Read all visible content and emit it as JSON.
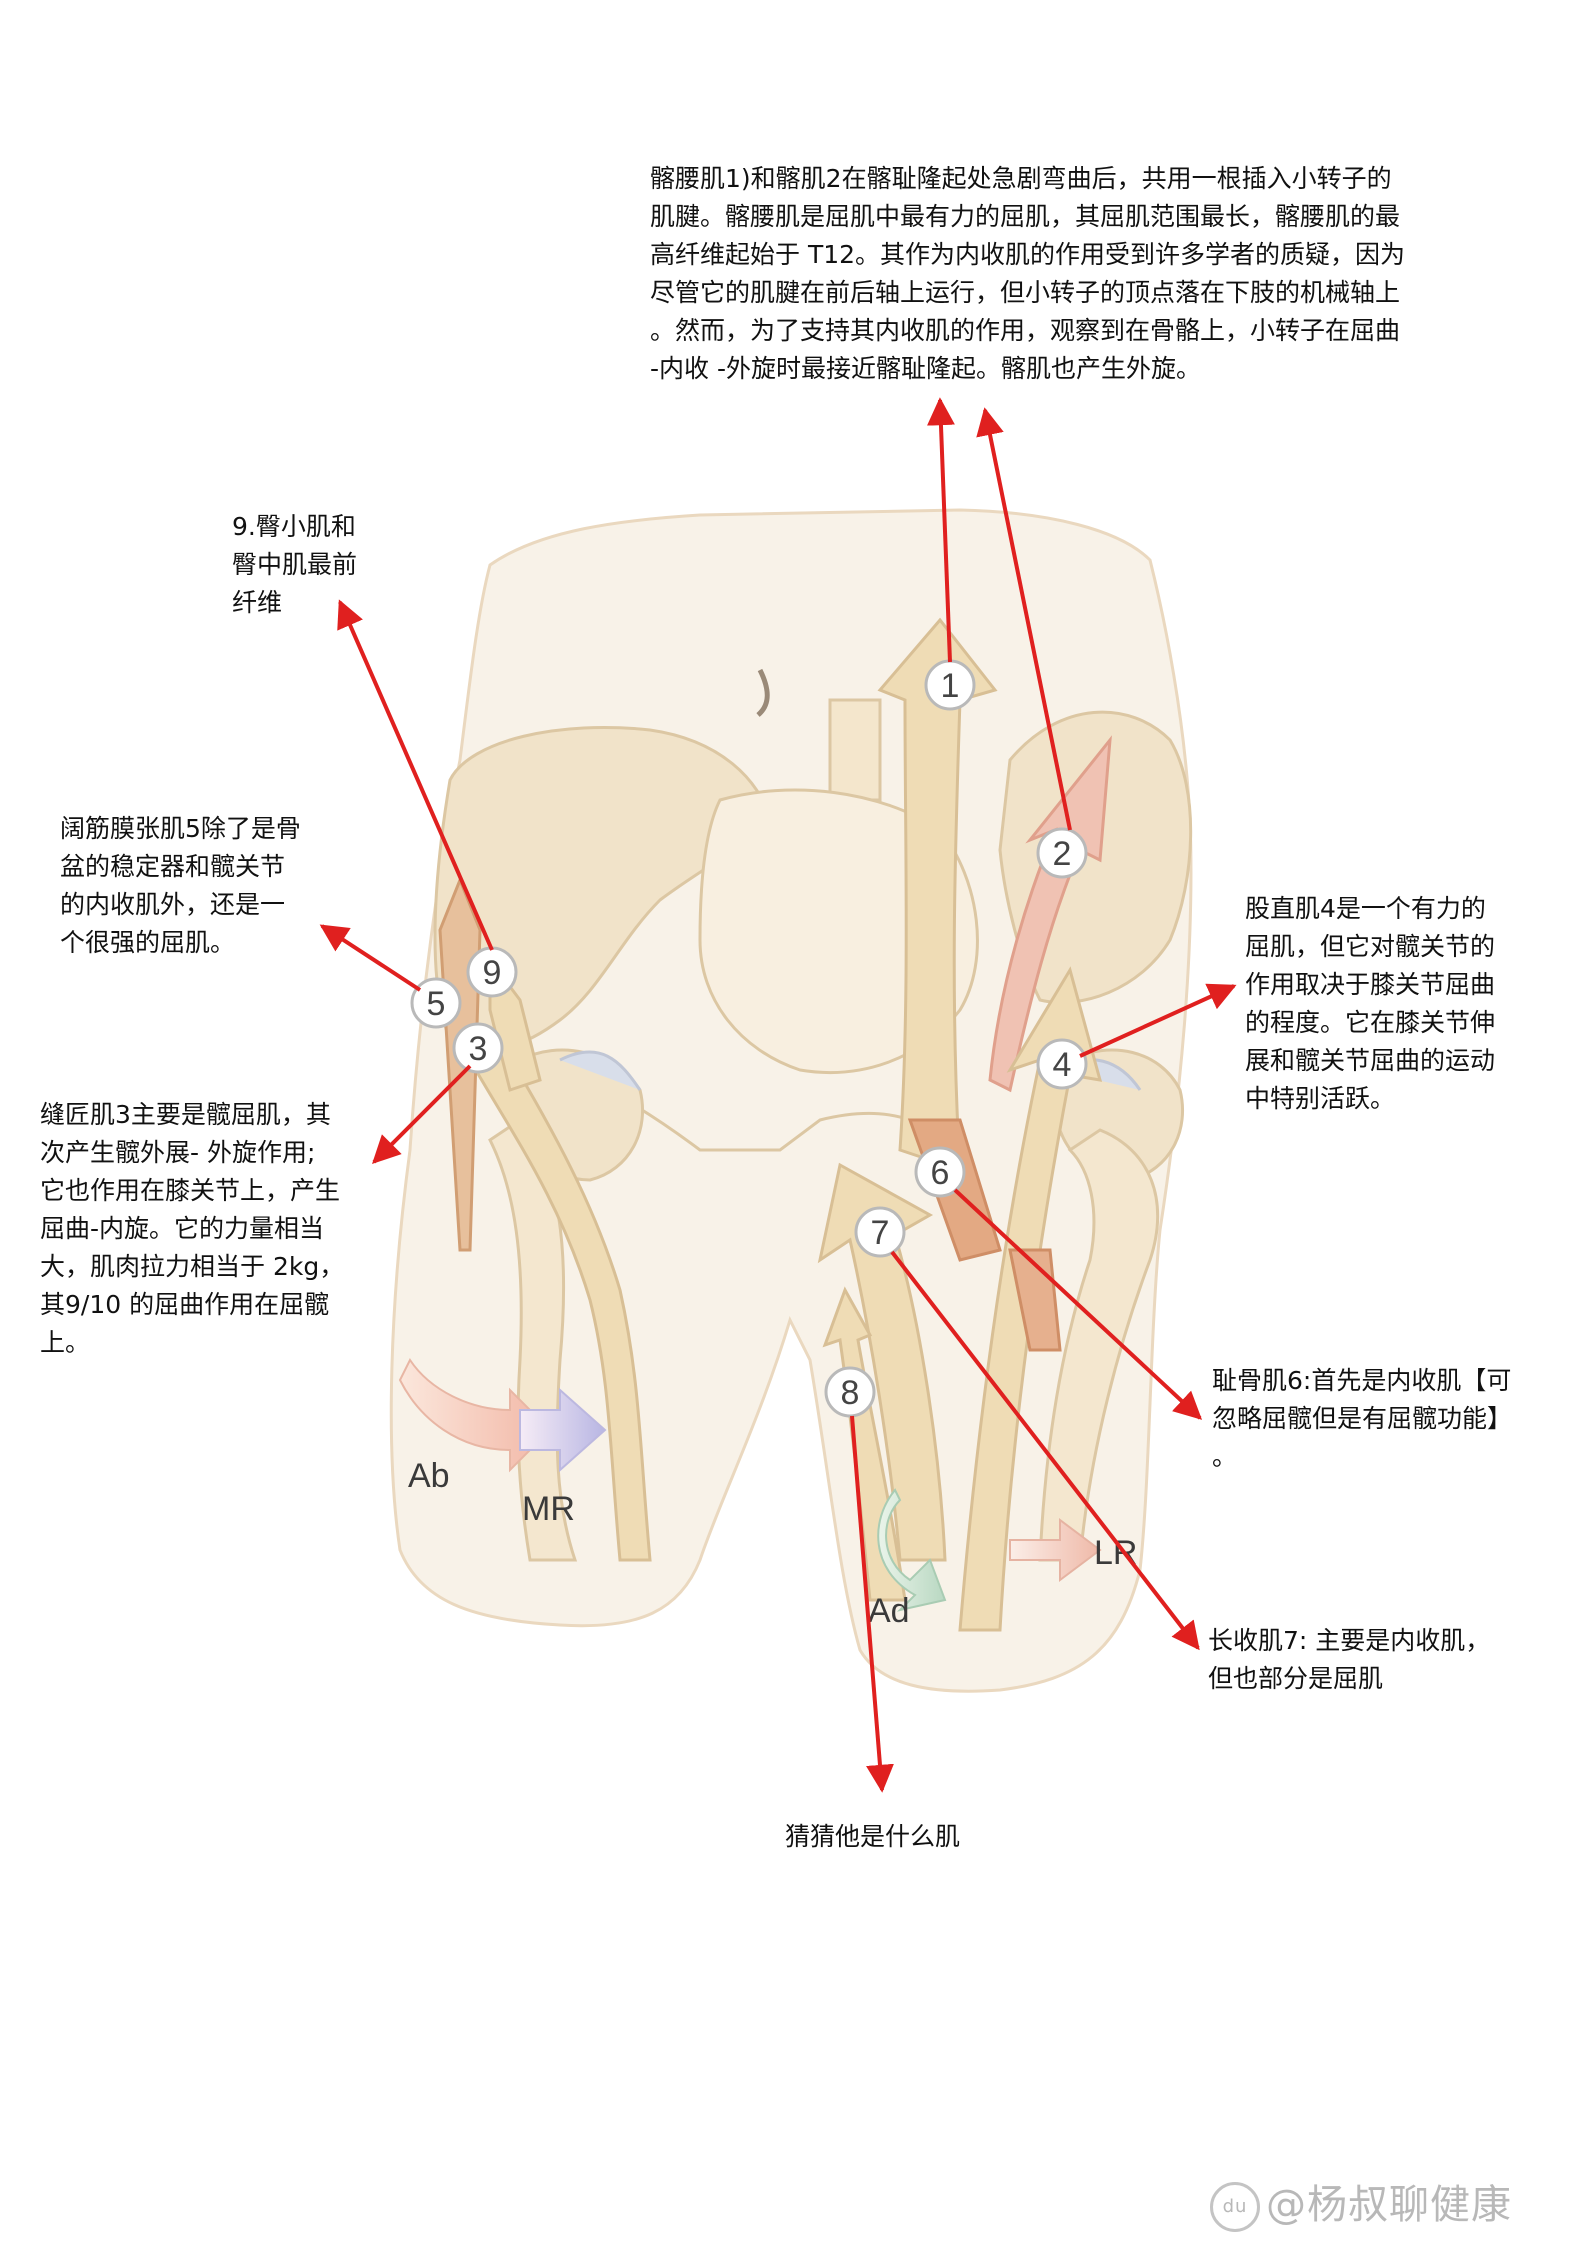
{
  "notes": {
    "top": "髂腰肌1)和髂肌2在髂耻隆起处急剧弯曲后，共用一根插入小转子的\n肌腱。髂腰肌是屈肌中最有力的屈肌，其屈肌范围最长，髂腰肌的最\n高纤维起始于 T12。其作为内收肌的作用受到许多学者的质疑，因为\n尽管它的肌腱在前后轴上运行，但小转子的顶点落在下肢的机械轴上\n。然而，为了支持其内收肌的作用，观察到在骨骼上，小转子在屈曲\n-内收 -外旋时最接近髂耻隆起。髂肌也产生外旋。",
    "n9": "9.臀小肌和\n臀中肌最前\n纤维",
    "n5": "阔筋膜张肌5除了是骨\n盆的稳定器和髋关节\n的内收肌外，还是一\n个很强的屈肌。",
    "n3": "缝匠肌3主要是髋屈肌，其\n次产生髋外展- 外旋作用;\n它也作用在膝关节上，产生\n屈曲-内旋。它的力量相当\n大，肌肉拉力相当于 2kg，\n其9/10 的屈曲作用在屈髋\n上。",
    "n4": "股直肌4是一个有力的\n屈肌，但它对髋关节的\n作用取决于膝关节屈曲\n的程度。它在膝关节伸\n展和髋关节屈曲的运动\n中特别活跃。",
    "n6": "耻骨肌6:首先是内收肌【可\n忽略屈髋但是有屈髋功能】\n。",
    "n7": "长收肌7: 主要是内收肌，\n但也部分是屈肌",
    "n8": "猜猜他是什么肌"
  },
  "diagram": {
    "markers": [
      "1",
      "2",
      "3",
      "4",
      "5",
      "6",
      "7",
      "8",
      "9"
    ],
    "motion_labels": {
      "ab": "Ab",
      "mr": "MR",
      "ad": "Ad",
      "lr": "LR"
    }
  },
  "watermark": {
    "badge": "du",
    "text": "@杨叔聊健康"
  },
  "colors": {
    "annotation_arrow": "#e0201f",
    "muscle": "#eedbb8",
    "body": "#f7f0e4"
  }
}
